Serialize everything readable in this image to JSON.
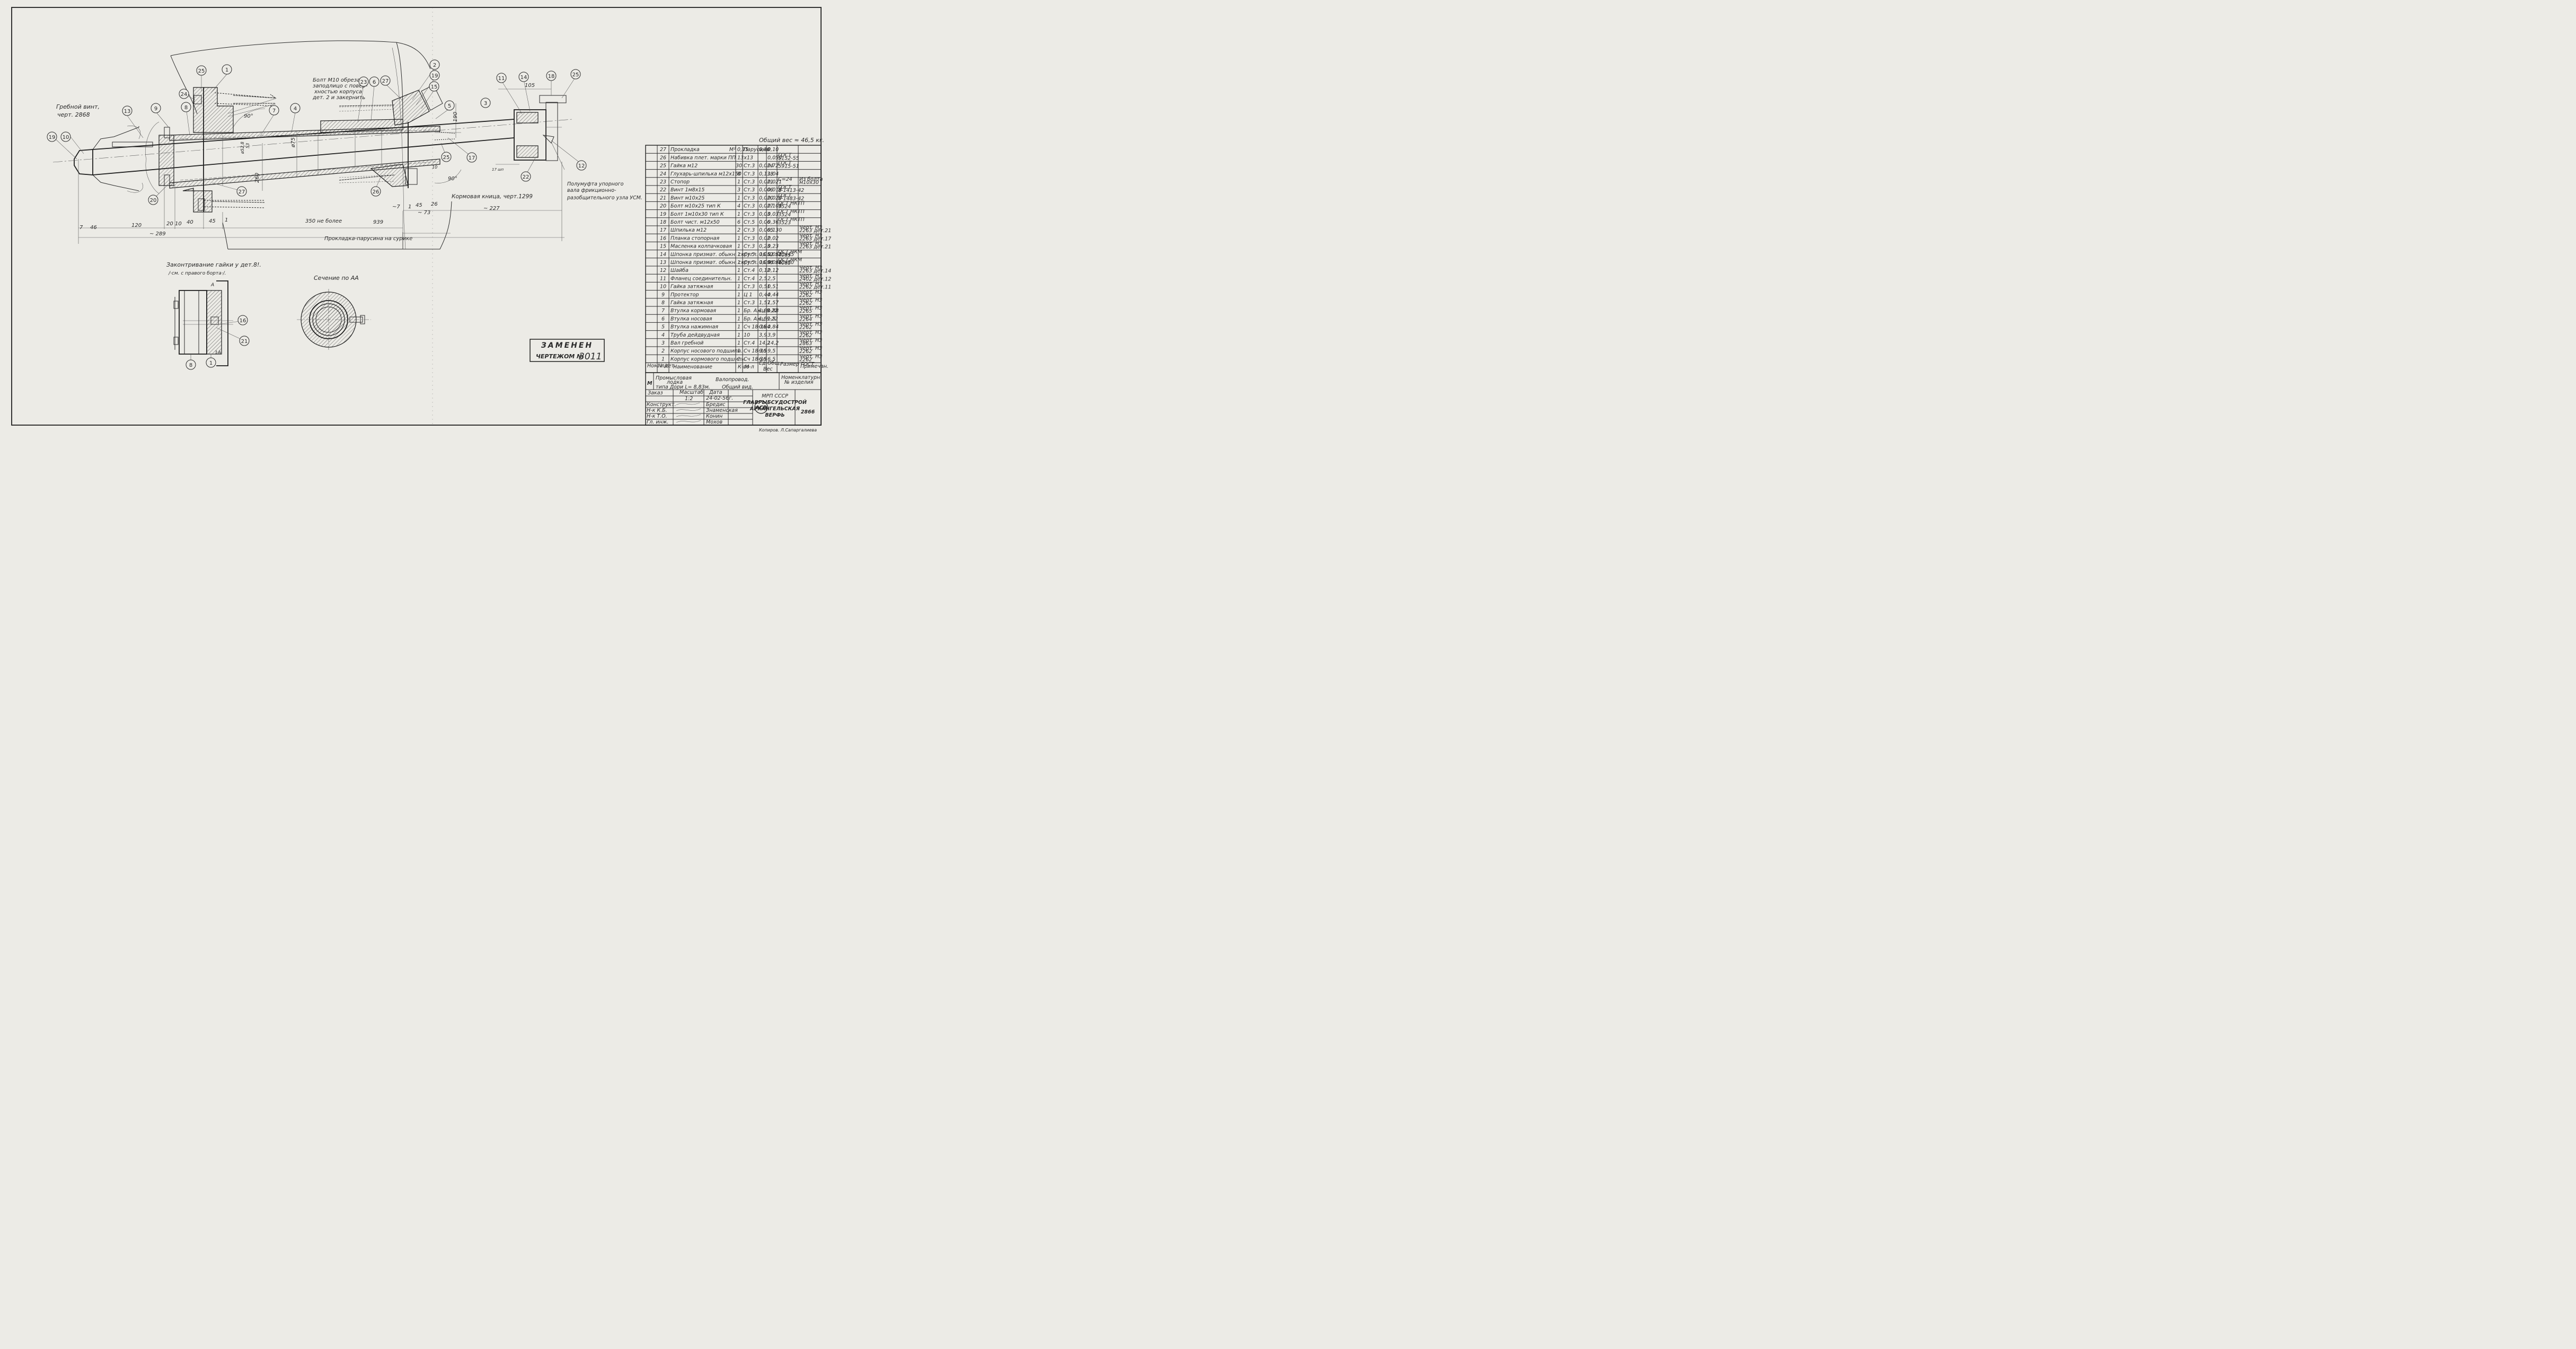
{
  "labels": {
    "propeller": "Гребной винт,",
    "propeller_ref": "черт. 2868",
    "bolt_note_1": "Болт М10 обрезать",
    "bolt_note_2": "заподлицо с повер-",
    "bolt_note_3": "хностью корпуса",
    "bolt_note_4": "дет. 2 и закернить",
    "knee": "Кормовая кница, черт.1299",
    "gasket": "Прокладка-парусина на сурике",
    "coupling_1": "Полумуфта упорного",
    "coupling_2": "вала фрикционно-",
    "coupling_3": "разобщительного узла УСМ.",
    "locking_1": "Законтривание гайки у дет.8!.",
    "locking_2": "/·см. с правого борта·/.",
    "section": "Сечение по АА",
    "total_weight": "Общий вес ≈ 46,5 кг.",
    "replaced_1": "ЗАМЕНЕН",
    "replaced_2": "ЧЕРТЕЖОМ №",
    "replaced_3": "3011",
    "section_mark": "А",
    "section_mark_2": "1А",
    "angle": "90°",
    "angle_2": "90°",
    "thread": "17 шп"
  },
  "dimensions": {
    "d7": "7",
    "d46": "46",
    "d120": "120",
    "d289": "~ 289",
    "d20": "20",
    "d10": "10",
    "d40": "40",
    "d45": "45",
    "d1": "1",
    "d350": "350 не более",
    "d939": "939",
    "d7b": "~7",
    "d1b": "1",
    "d45b": "45",
    "d26": "26",
    "d73": "~ 73",
    "d227": "~ 227",
    "d105": "105",
    "d190": "190",
    "d260": "260",
    "d75": "ø75",
    "d52": "ø52,8",
    "d53": "53",
    "d10b": "10"
  },
  "balloons": {
    "b1": "1",
    "b2": "2",
    "b3": "3",
    "b4": "4",
    "b5": "5",
    "b6": "6",
    "b7": "7",
    "b8": "8",
    "b9": "9",
    "b10": "10",
    "b11": "11",
    "b12": "12",
    "b13": "13",
    "b14": "14",
    "b15": "15",
    "b16": "16",
    "b17": "17",
    "b18": "18",
    "b19": "19",
    "b20": "20",
    "b21": "21",
    "b22": "22",
    "b23": "23",
    "b24": "24",
    "b25a": "25",
    "b25b": "25",
    "b25c": "25",
    "b26": "26",
    "b27a": "27",
    "b27b": "27",
    "s1": "1",
    "s8": "8",
    "s16": "16",
    "s21": "21"
  },
  "parts": [
    {
      "pos": "27",
      "name": "Прокладка",
      "qty": "М² 0,15",
      "mat": "Парусина",
      "w1": "0,80",
      "w2": "0,10",
      "std": ""
    },
    {
      "pos": "26",
      "name": "Набивка плет. марки ПП 13х13",
      "qty": "",
      "mat": "",
      "w1": "",
      "w2": "0,050",
      "std": "ГОСТ 5152-55"
    },
    {
      "pos": "25",
      "name": "Гайка м12",
      "qty": "30",
      "mat": "Ст.3",
      "w1": "0,024",
      "w2": "0,72",
      "std": "ГОСТ 5915-51"
    },
    {
      "pos": "24",
      "name": "Глухарь-шпилька м12х150",
      "qty": "8",
      "mat": "Ст.3",
      "w1": "0,138",
      "w2": "1,04",
      "std": ""
    },
    {
      "pos": "23",
      "name": "Стопор",
      "qty": "1",
      "mat": "Ст.3",
      "w1": "0,021",
      "w2": "0,021",
      "std": "С=24",
      "note": "Из болта м10х30"
    },
    {
      "pos": "22",
      "name": "Винт 1м8х15",
      "qty": "3",
      "mat": "Ст.3",
      "w1": "0,006",
      "w2": "0,018",
      "std": "ГОСТ 8-1413-42"
    },
    {
      "pos": "21",
      "name": "Винт м10х25",
      "qty": "1",
      "mat": "Ст.3",
      "w1": "0,020",
      "w2": "0,020",
      "std": "ГОСТ 8-1483-42"
    },
    {
      "pos": "20",
      "name": "Болт м10х25 тип К",
      "qty": "4",
      "mat": "Ст.3",
      "w1": "0,027",
      "w2": "0,108",
      "std": "ОСТ НКТП 3524"
    },
    {
      "pos": "19",
      "name": "Болт 1м10х30 тип К",
      "qty": "1",
      "mat": "Ст.3",
      "w1": "0,03",
      "w2": "0,03",
      "std": "ОСТ НКТП 3524"
    },
    {
      "pos": "18",
      "name": "Болт чист. м12х50",
      "qty": "6",
      "mat": "Ст.5",
      "w1": "0,06",
      "w2": "0,36",
      "std": "ОСТ НКТП 3523"
    },
    {
      "pos": "17",
      "name": "Шпилька м12",
      "qty": "2",
      "mat": "Ст.3",
      "w1": "0,065",
      "w2": "0,130",
      "std": "",
      "note": "Черт. НЗ 2263 дет.21"
    },
    {
      "pos": "16",
      "name": "Планка стопорная",
      "qty": "1",
      "mat": "Ст.3",
      "w1": "0,02",
      "w2": "0,02",
      "std": "",
      "note": "Черт. НЗ 2263 дет.17"
    },
    {
      "pos": "15",
      "name": "Масленка колпачковая",
      "qty": "1",
      "mat": "Ст.3",
      "w1": "0,23",
      "w2": "0,23",
      "std": "",
      "note": "Черт. НЗ 2263 дет.21"
    },
    {
      "pos": "14",
      "name": "Шпонка призмат. обыкн. скругл. 16 Вз х10х45",
      "qty": "1",
      "mat": "Ст.5",
      "w1": "0,052",
      "w2": "0,052",
      "std": "ОСТ НКМ 4085"
    },
    {
      "pos": "13",
      "name": "Шпонка призмат. обыкн. скругл. 16 Вз х10х80",
      "qty": "1",
      "mat": "Ст.5",
      "w1": "0,096",
      "w2": "0,096",
      "std": "ОСТ НКМ 4085"
    },
    {
      "pos": "12",
      "name": "Шайба",
      "qty": "1",
      "mat": "Ст.4",
      "w1": "0,12",
      "w2": "0,12",
      "std": "",
      "note": "Черт. НЗ 2263 дет.14"
    },
    {
      "pos": "11",
      "name": "Фланец соединительн.",
      "qty": "1",
      "mat": "Ст.4",
      "w1": "2,5",
      "w2": "2,5",
      "std": "",
      "note": "Черт. НЗ 2402 дет.12"
    },
    {
      "pos": "10",
      "name": "Гайка затяжная",
      "qty": "1",
      "mat": "Ст.3",
      "w1": "0,51",
      "w2": "0,51",
      "std": "",
      "note": "Черт. НЗ 2262 дет.11"
    },
    {
      "pos": "9",
      "name": "Протектор",
      "qty": "1",
      "mat": "Ц 1",
      "w1": "0,44",
      "w2": "0,44",
      "std": "",
      "note": "Черт. НЗ 2262"
    },
    {
      "pos": "8",
      "name": "Гайка затяжная",
      "qty": "1",
      "mat": "Ст.3",
      "w1": "1,57",
      "w2": "1,57",
      "std": "",
      "note": "Черт. НЗ 2262"
    },
    {
      "pos": "7",
      "name": "Втулка кормовая",
      "qty": "1",
      "mat": "Бр. Ажц 9-22",
      "w1": "1,88",
      "w2": "1,88",
      "std": "",
      "note": "Черт. НЗ 2265"
    },
    {
      "pos": "6",
      "name": "Втулка носовая",
      "qty": "1",
      "mat": "Бр. Ажц 9-22",
      "w1": "1,5",
      "w2": "1,5",
      "std": "",
      "note": "Черт. НЗ 2264"
    },
    {
      "pos": "5",
      "name": "Втулка нажимная",
      "qty": "1",
      "mat": "Сч 18-36",
      "w1": "0,84",
      "w2": "0,84",
      "std": "",
      "note": "Черт. НЗ 2262"
    },
    {
      "pos": "4",
      "name": "Труба дейдвудная",
      "qty": "1",
      "mat": "10",
      "w1": "3,9",
      "w2": "3,9",
      "std": "",
      "note": "Черт. НЗ 2262"
    },
    {
      "pos": "3",
      "name": "Вал гребной",
      "qty": "1",
      "mat": "Ст.4",
      "w1": "14,2",
      "w2": "14,2",
      "std": "",
      "note": "Черт. НЗ 2863"
    },
    {
      "pos": "2",
      "name": "Корпус носового подшипн.",
      "qty": "1",
      "mat": "Сч 18-36",
      "w1": "9,5",
      "w2": "9,5",
      "std": "",
      "note": "Черт. НЗ 2262"
    },
    {
      "pos": "1",
      "name": "Корпус кормового подшипн.",
      "qty": "1",
      "mat": "Сч 18-36",
      "w1": "6,5",
      "w2": "6,5",
      "std": "",
      "note": "Черт. НЗ 2262"
    }
  ],
  "table_header": {
    "pos": "Ном. п/п",
    "det": "№ дет.",
    "name": "Наименование",
    "qty": "К-во",
    "mat": "М-л",
    "w1": "Ед.",
    "w2": "Общ.",
    "weight": "Вес",
    "std": "Размер ГОСТ",
    "note": "Примечан."
  },
  "title_block": {
    "letter": "М",
    "product_1": "Промысловая",
    "product_2": "лодка",
    "product_3": "типа Дори L= 8,83м.",
    "title_1": "Валопровод.",
    "title_2": "Общий вид.",
    "nomenclature_1": "Номенклатурн.",
    "nomenclature_2": "№ изделия",
    "order": "Заказ",
    "scale_label": "Масштаб",
    "scale": "1:2",
    "date_label": "Дата",
    "date": "24-02-56г.",
    "r1": "Конструкт.",
    "r2": "Н-к К.Б.",
    "r3": "Н-к Т.О.",
    "r4": "Гл. инж.",
    "n1": "Бредис",
    "n2": "Знаменская",
    "n3": "Конин",
    "n4": "Мохов",
    "org_1": "МРП СССР",
    "org_2": "ГЛАВРЫБСУДОСТРОЙ",
    "org_3": "АРХАНГЕЛЬСКАЯ",
    "org_4": "ВЕРФЬ",
    "logo": "АСВ",
    "drawing_no": "2866",
    "copied": "Копиров. Л.Сапаргалиева"
  }
}
